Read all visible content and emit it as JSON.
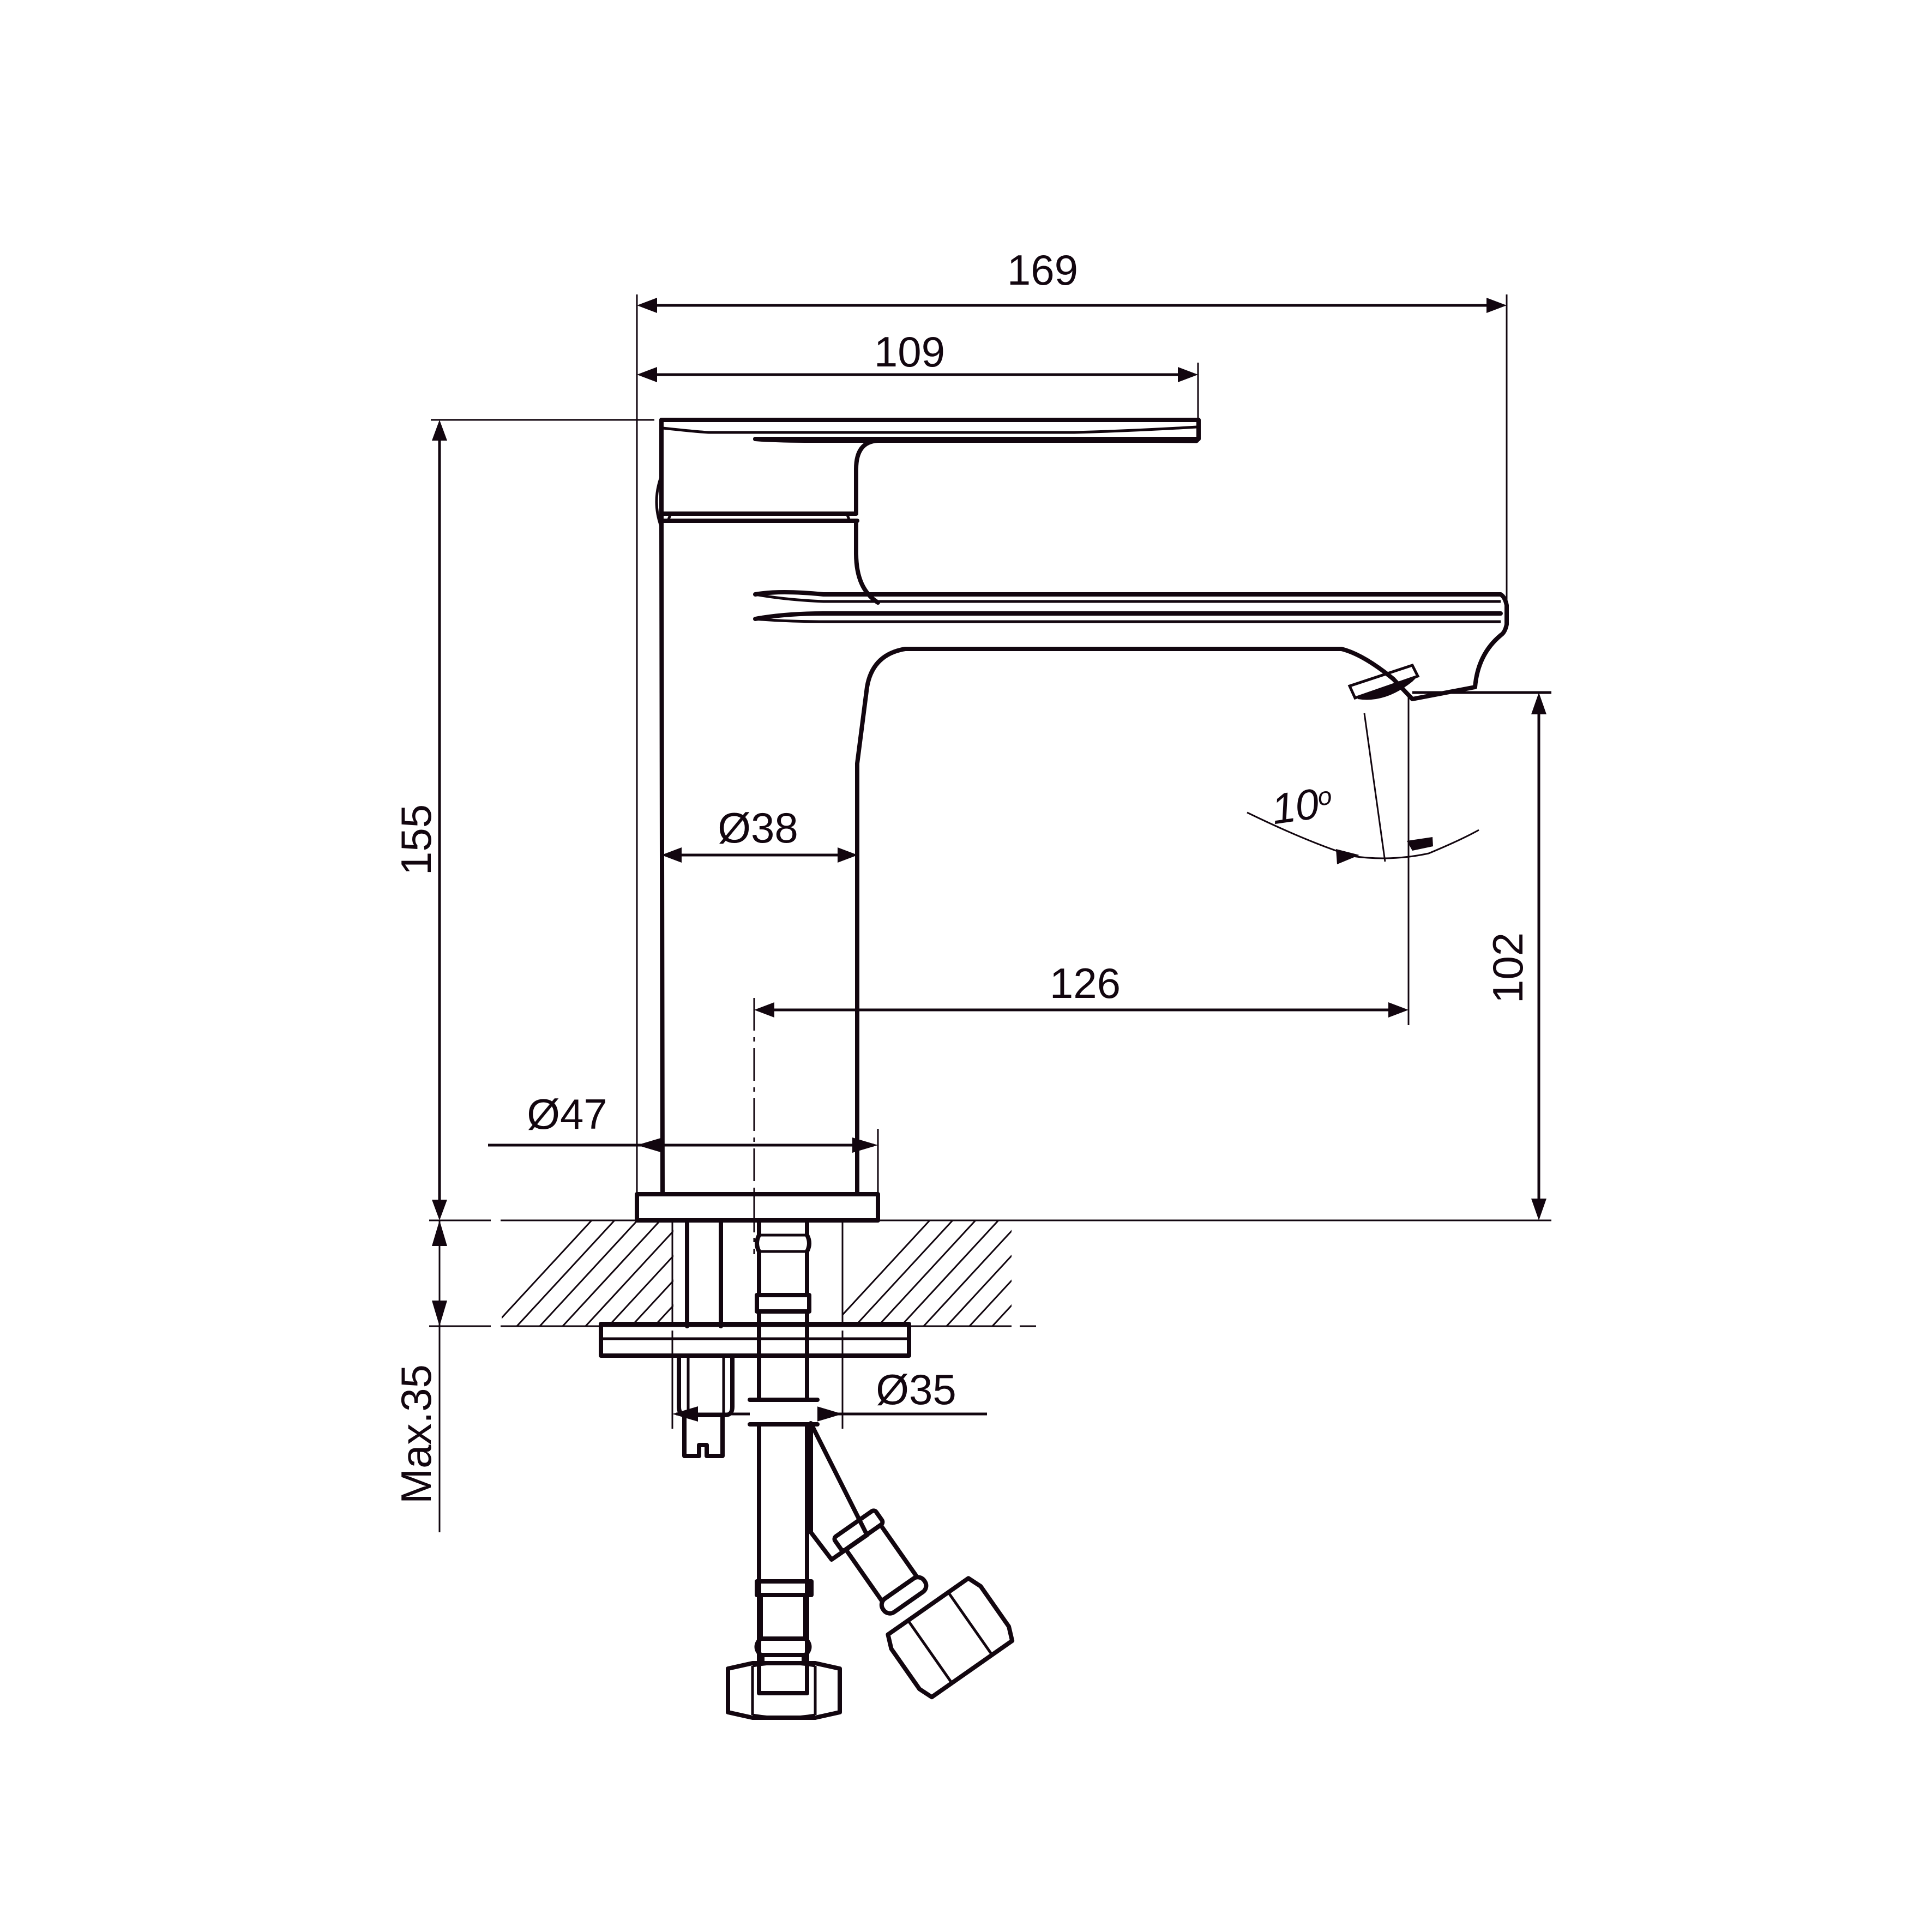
{
  "drawing": {
    "type": "technical-dimension-drawing",
    "subject": "single-lever basin mixer tap, side elevation with under-deck mounting",
    "stroke_color": "#12060f",
    "background": "#ffffff"
  },
  "dimensions": {
    "overall_width": "169",
    "handle_length": "109",
    "overall_height": "155",
    "spout_height": "102",
    "spout_reach": "126",
    "body_diameter": "Ø38",
    "base_diameter": "Ø47",
    "hole_diameter": "Ø35",
    "max_deck_thickness": "Max.35",
    "spout_angle": "10",
    "spout_angle_unit": "o"
  },
  "components": [
    "lever-handle",
    "cartridge-housing",
    "body-column",
    "spout",
    "aerator",
    "base-plate",
    "deck-section",
    "fixing-washer",
    "threaded-rod",
    "flexible-hose-straight",
    "flexible-hose-angled",
    "hose-nut"
  ]
}
